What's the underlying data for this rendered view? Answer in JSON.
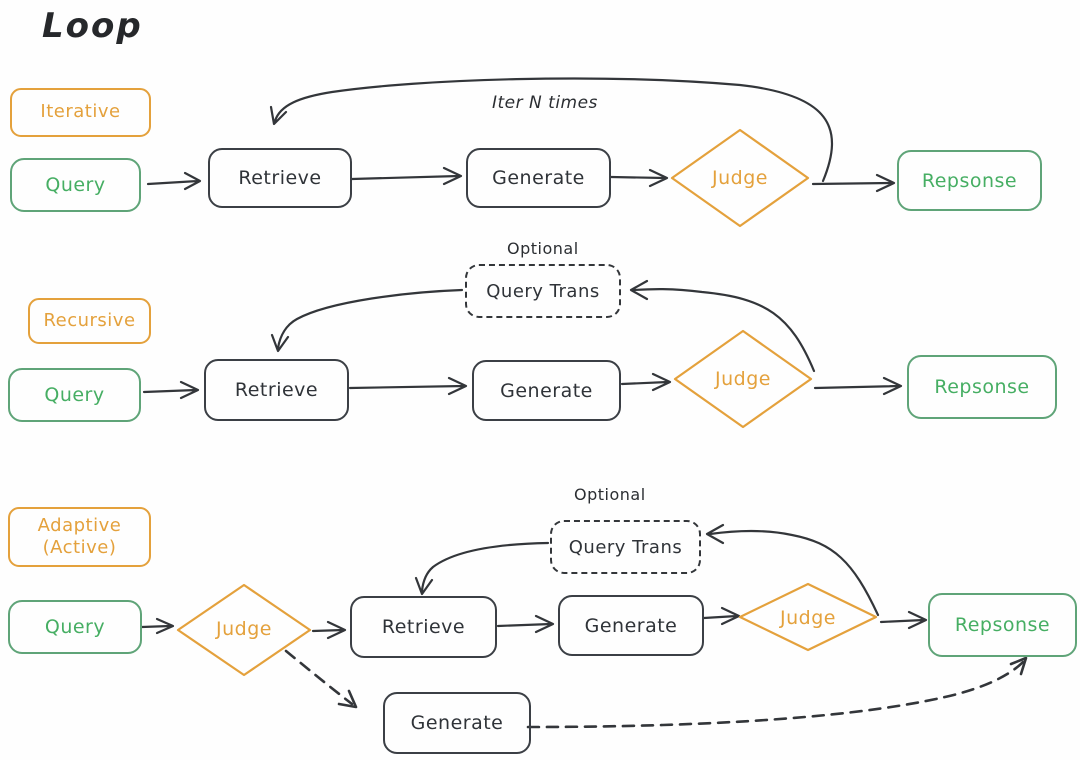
{
  "title": "Loop",
  "annotations": {
    "iter_label": "Iter N times",
    "optional_recursive": "Optional",
    "optional_adaptive": "Optional"
  },
  "iterative": {
    "tag": "Iterative",
    "query": "Query",
    "retrieve": "Retrieve",
    "generate": "Generate",
    "judge": "Judge",
    "response": "Repsonse"
  },
  "recursive": {
    "tag": "Recursive",
    "query": "Query",
    "query_trans": "Query Trans",
    "retrieve": "Retrieve",
    "generate": "Generate",
    "judge": "Judge",
    "response": "Repsonse"
  },
  "adaptive": {
    "tag_line1": "Adaptive",
    "tag_line2": "(Active)",
    "query": "Query",
    "router_judge": "Judge",
    "query_trans": "Query Trans",
    "retrieve": "Retrieve",
    "generate": "Generate",
    "judge": "Judge",
    "response": "Repsonse",
    "direct_generate": "Generate"
  },
  "colors": {
    "orange": "#e4a13c",
    "green_text": "#46ae63",
    "green_border": "#5fa478",
    "ink": "#33363a"
  }
}
